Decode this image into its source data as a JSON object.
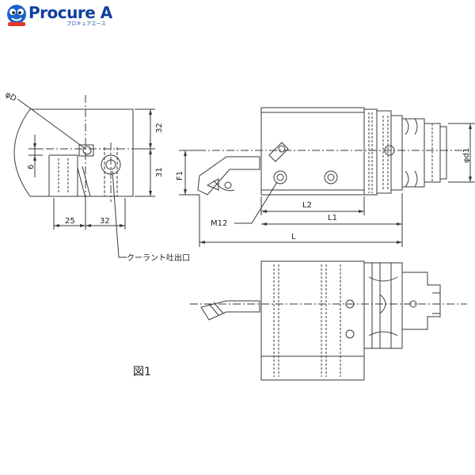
{
  "brand": {
    "name": "Procure A",
    "tagline": "プロキュアエース"
  },
  "figure": {
    "caption": "図1",
    "labels": {
      "phi_D": "φD",
      "dim_32_right": "32",
      "dim_31_right": "31",
      "dim_6": "6",
      "dim_25": "25",
      "dim_32_bottom": "32",
      "coolant_outlet": "クーラント吐出口",
      "F1": "F1",
      "M12": "M12",
      "L2": "L2",
      "L1": "L1",
      "L": "L",
      "phi_d1": "φd1"
    }
  }
}
